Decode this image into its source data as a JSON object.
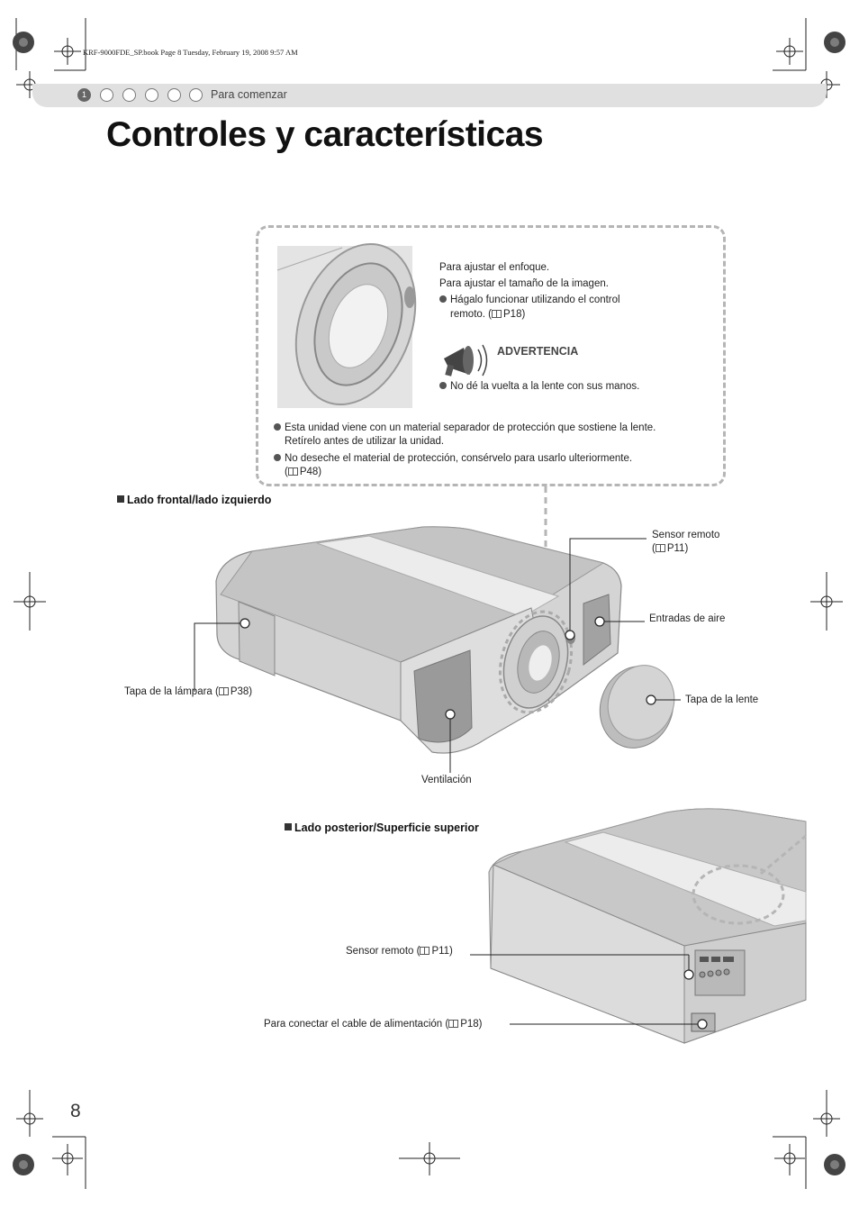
{
  "file_header": "KRF-9000FDE_SP.book  Page 8  Tuesday, February 19, 2008  9:57 AM",
  "chapter": {
    "active_number": "1",
    "label": "Para comenzar"
  },
  "title": "Controles y características",
  "callout": {
    "line1": "Para ajustar el enfoque.",
    "line2": "Para ajustar el tamaño de la imagen.",
    "bullet1_a": "Hágalo funcionar utilizando el control",
    "bullet1_b": "remoto. (",
    "bullet1_ref": "P18)",
    "warning_title": "ADVERTENCIA",
    "warning_text": "No dé la vuelta a la lente con sus manos.",
    "note1_a": "Esta unidad viene con un material separador de protección que sostiene la lente.",
    "note1_b": "Retírelo antes de utilizar la unidad.",
    "note2_a": "No deseche el material de protección, consérvelo para usarlo ulteriormente.",
    "note2_b_pre": "(",
    "note2_ref": "P48)"
  },
  "front_section": {
    "heading": "Lado frontal/lado izquierdo",
    "sensor_remoto": "Sensor remoto",
    "sensor_remoto_ref_pre": "(",
    "sensor_remoto_ref": "P11)",
    "entradas": "Entradas de aire",
    "tapa_lampara": "Tapa de la lámpara (",
    "tapa_lampara_ref": "P38)",
    "tapa_lente": "Tapa de la lente",
    "ventilacion": "Ventilación"
  },
  "rear_section": {
    "heading": "Lado posterior/Superficie superior",
    "sensor_remoto": "Sensor remoto (",
    "sensor_remoto_ref": "P11)",
    "cable": "Para conectar el cable de alimentación (",
    "cable_ref": "P18)"
  },
  "page_number": "8"
}
